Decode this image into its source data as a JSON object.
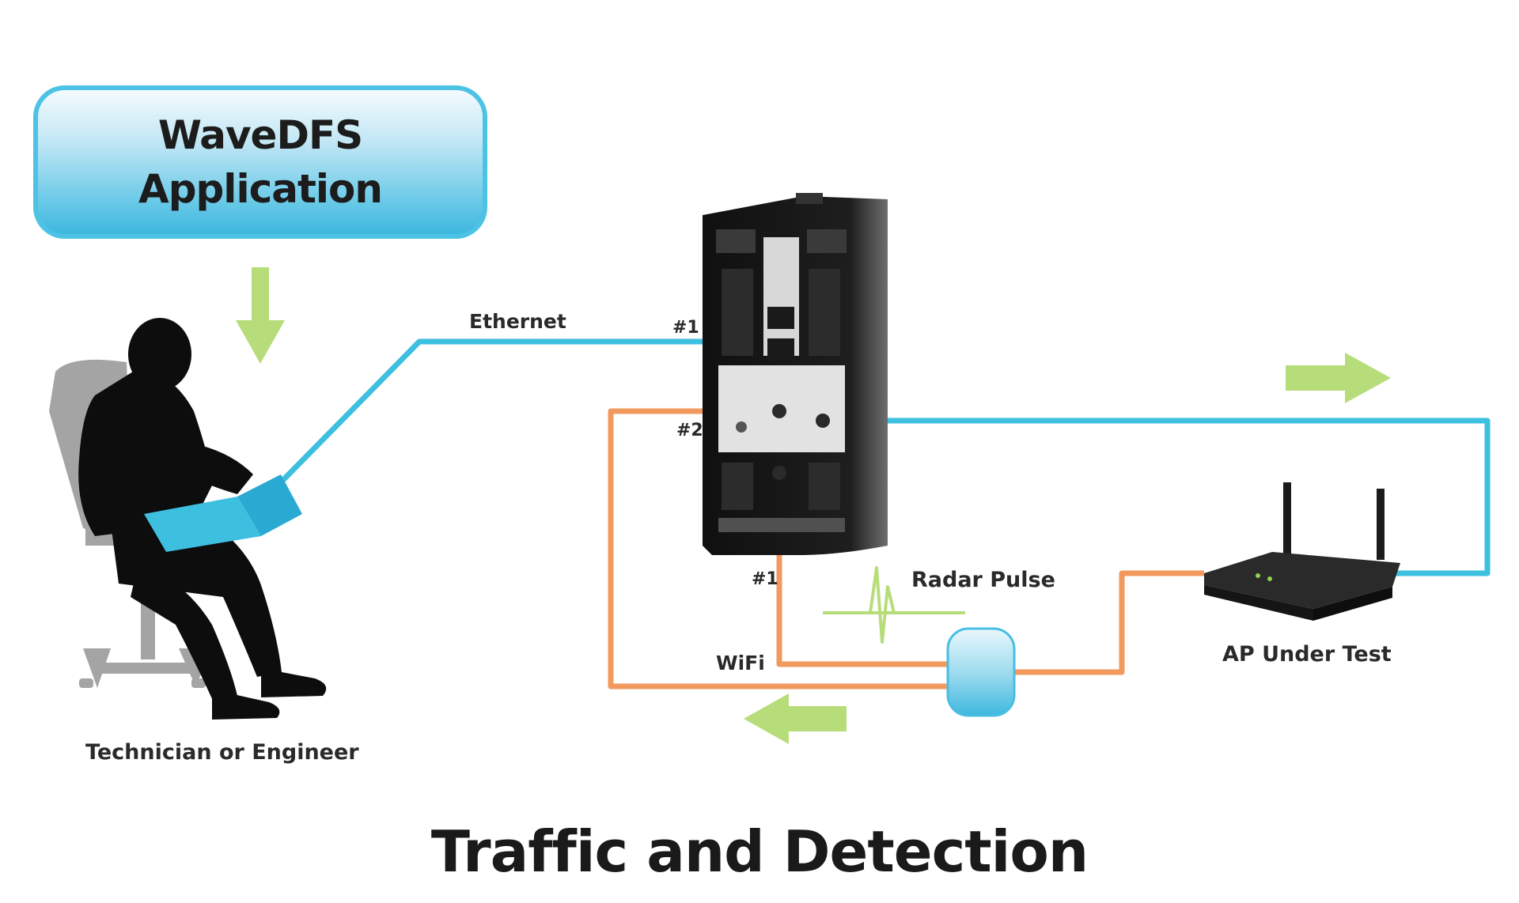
{
  "app_box": {
    "line1": "WaveDFS",
    "line2": "Application"
  },
  "labels": {
    "technician": "Technician or Engineer",
    "ethernet": "Ethernet",
    "port_e1": "#1",
    "port_e2": "#2",
    "port_p1": "#1",
    "wifi": "WiFi",
    "radar_pulse": "Radar Pulse",
    "ap": "AP Under Test"
  },
  "title": "Traffic and Detection",
  "colors": {
    "ethernet_line": "#3dbfe0",
    "rf_line": "#f29a5e",
    "arrow": "#b7dd7a",
    "app_box_border": "#4cc3e4"
  },
  "icons": [
    "person-with-laptop-icon",
    "chair-icon",
    "test-chassis-icon",
    "access-point-router-icon",
    "rf-combiner-icon",
    "radar-pulse-icon"
  ]
}
